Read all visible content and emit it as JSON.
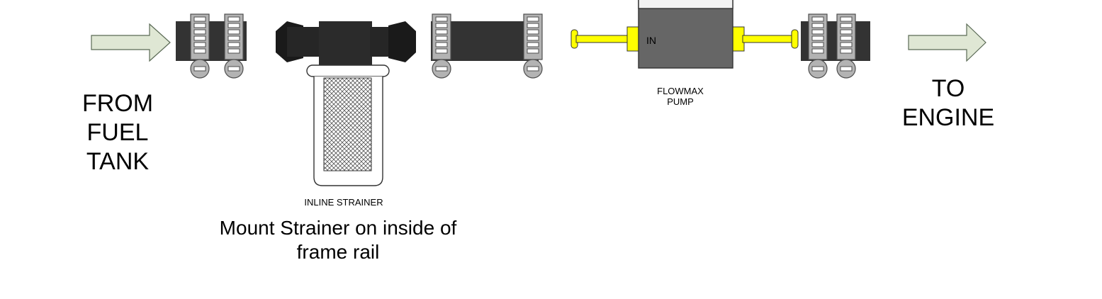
{
  "source_label": [
    "FROM",
    "FUEL",
    "TANK"
  ],
  "destination_label": [
    "TO",
    "ENGINE"
  ],
  "strainer": {
    "caption": "INLINE STRAINER",
    "note": [
      "Mount Strainer on inside of",
      "frame rail"
    ]
  },
  "pump": {
    "caption": [
      "FLOWMAX",
      "PUMP"
    ],
    "port_label": "IN"
  },
  "colors": {
    "hose": "#333333",
    "fitting": "#ffff00",
    "clamp": "#b3b3b3",
    "pump_body": "#666666",
    "arrow_fill": "#dfe7d4"
  }
}
